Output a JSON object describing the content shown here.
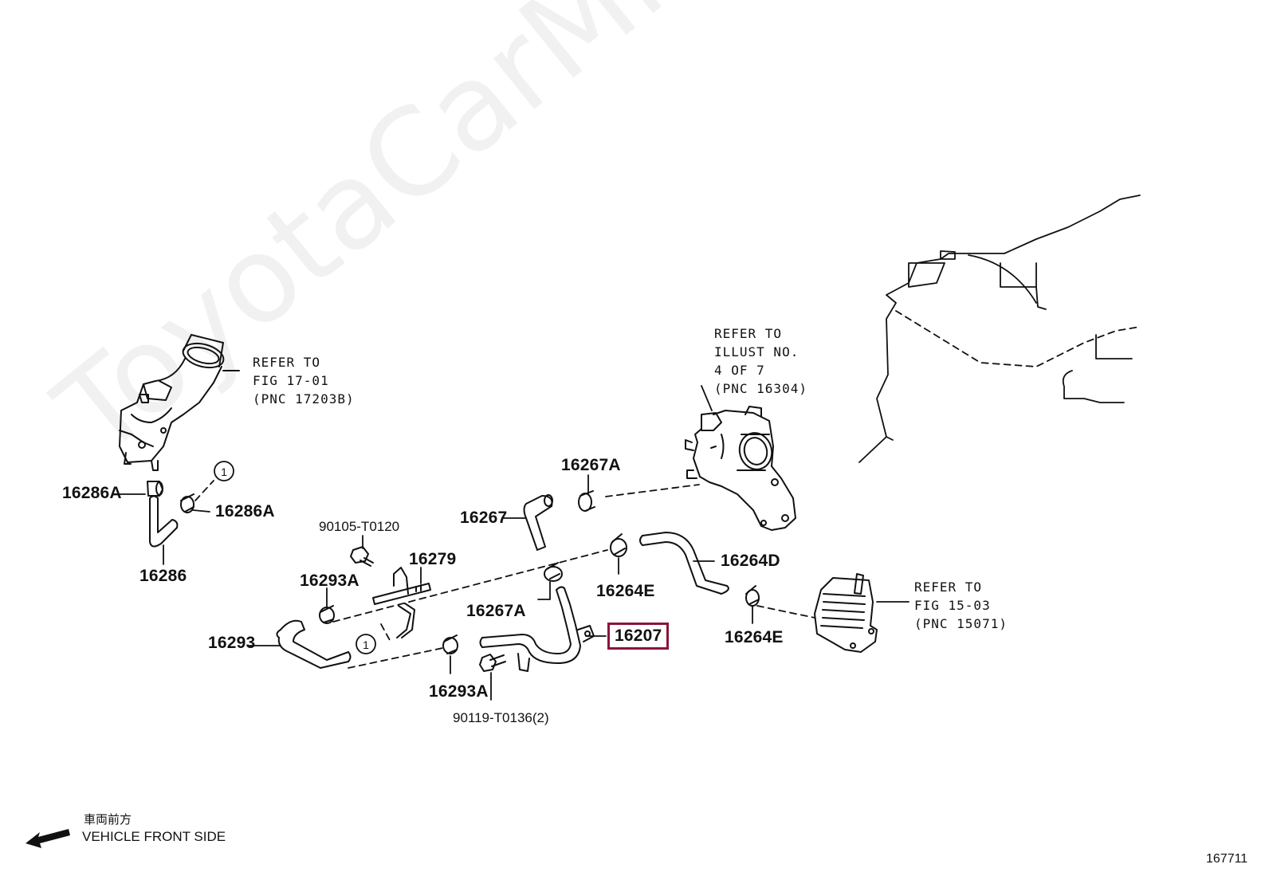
{
  "watermark": "ToyotaCarMine.ru",
  "highlight_color": "#8a1538",
  "figure_number": "167711",
  "direction": {
    "line1": "車両前方",
    "line2": "VEHICLE FRONT SIDE"
  },
  "refs": {
    "ref1": "REFER TO\nFIG 17-01\n(PNC 17203B)",
    "ref2": "REFER TO\nILLUST NO.\n4 OF 7\n(PNC 16304)",
    "ref3": "REFER TO\nFIG 15-03\n(PNC 15071)"
  },
  "parts": {
    "p16286A_left": "16286A",
    "p16286A_right": "16286A",
    "p16286": "16286",
    "p90105": "90105-T0120",
    "p16279": "16279",
    "p16293A_top": "16293A",
    "p16293": "16293",
    "p16293A_bottom": "16293A",
    "p90119": "90119-T0136(2)",
    "p16267": "16267",
    "p16267A_top": "16267A",
    "p16267A_mid": "16267A",
    "p16207": "16207",
    "p16264D": "16264D",
    "p16264E_top": "16264E",
    "p16264E_bottom": "16264E"
  },
  "callouts": {
    "c1": "1",
    "c2": "1"
  },
  "icons": [
    "arrow-left-icon",
    "circle-callout-icon"
  ]
}
